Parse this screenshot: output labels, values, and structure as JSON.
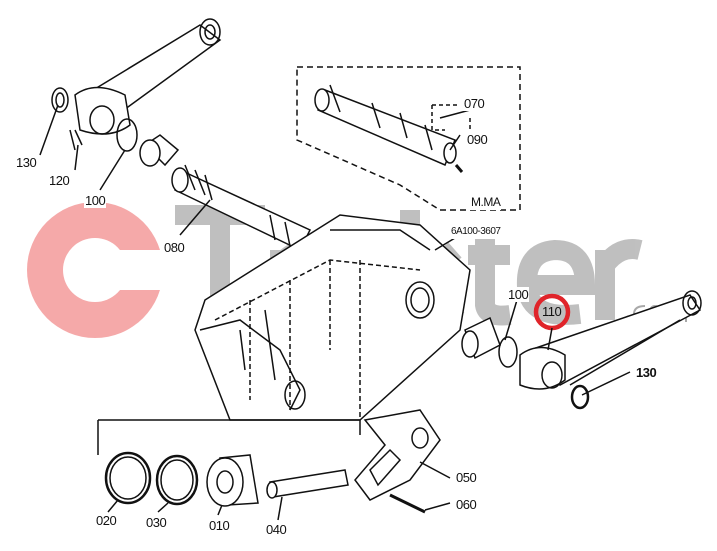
{
  "watermark": {
    "brand": "Trakter",
    "suffix": ".com",
    "accent": "#f4a0a0"
  },
  "labels": {
    "l130a": "130",
    "l120": "120",
    "l100a": "100",
    "l080": "080",
    "l070": "070",
    "l090": "090",
    "variant": "M.MA",
    "partno": "6A100-3607",
    "l100b": "100",
    "l110": "110",
    "l130b": "130",
    "l050": "050",
    "l060": "060",
    "l020": "020",
    "l030": "030",
    "l010": "010",
    "l040": "040"
  },
  "highlight": {
    "label": "110",
    "color": "#e0242a"
  }
}
